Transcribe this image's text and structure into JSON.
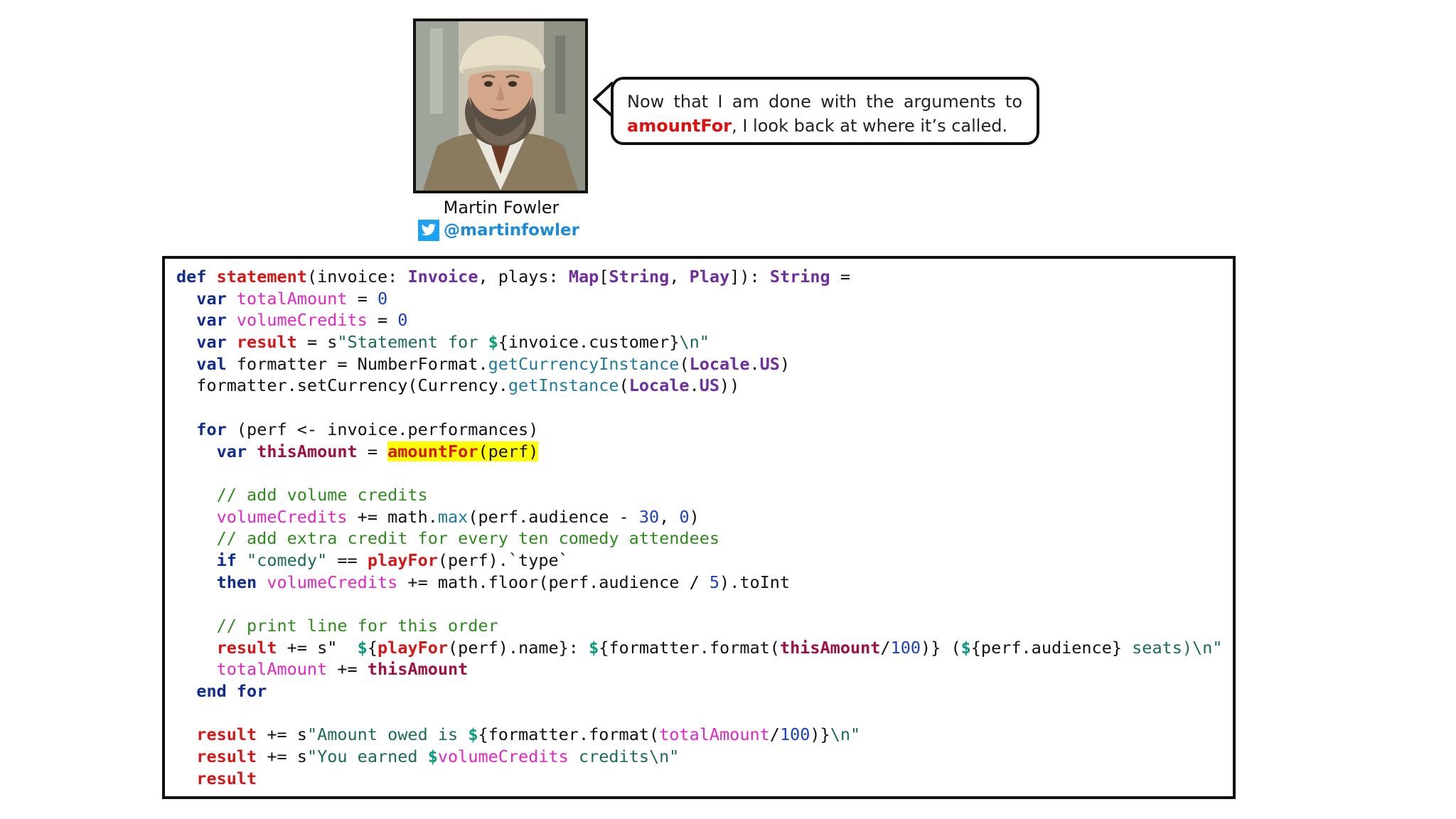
{
  "author": {
    "name": "Martin Fowler",
    "handle": "@martinfowler"
  },
  "bubble": {
    "line1_words": [
      "Now",
      "that",
      "I",
      "am",
      "done",
      "with",
      "the",
      "arguments",
      "to"
    ],
    "line2_highlight": "amountFor",
    "line2_rest": ", I look back at where it’s called."
  },
  "code": {
    "lines": [
      [
        [
          "kw",
          "def"
        ],
        [
          "",
          "",
          " "
        ],
        [
          "fn",
          "statement"
        ],
        [
          "",
          "(invoice: "
        ],
        [
          "ty",
          "Invoice"
        ],
        [
          "",
          ", plays: "
        ],
        [
          "ty",
          "Map"
        ],
        [
          "",
          "["
        ],
        [
          "ty",
          "String"
        ],
        [
          "",
          ", "
        ],
        [
          "ty",
          "Play"
        ],
        [
          "",
          "]): "
        ],
        [
          "ty",
          "String"
        ],
        [
          "",
          " ="
        ]
      ],
      [
        [
          "",
          "  "
        ],
        [
          "kw",
          "var"
        ],
        [
          "",
          " "
        ],
        [
          "vr",
          "totalAmount"
        ],
        [
          "",
          " = "
        ],
        [
          "num",
          "0"
        ]
      ],
      [
        [
          "",
          "  "
        ],
        [
          "kw",
          "var"
        ],
        [
          "",
          " "
        ],
        [
          "vr",
          "volumeCredits"
        ],
        [
          "",
          " = "
        ],
        [
          "num",
          "0"
        ]
      ],
      [
        [
          "",
          "  "
        ],
        [
          "kw",
          "var"
        ],
        [
          "",
          " "
        ],
        [
          "fn",
          "result"
        ],
        [
          "",
          " = "
        ],
        [
          "",
          "s"
        ],
        [
          "str",
          "\"Statement for "
        ],
        [
          "interp",
          "$"
        ],
        [
          "",
          "{invoice.customer}"
        ],
        [
          "str",
          "\\n\""
        ]
      ],
      [
        [
          "",
          "  "
        ],
        [
          "kw",
          "val"
        ],
        [
          "",
          " formatter = NumberFormat."
        ],
        [
          "mth",
          "getCurrencyInstance"
        ],
        [
          "",
          "("
        ],
        [
          "ty",
          "Locale"
        ],
        [
          "",
          "."
        ],
        [
          "ty",
          "US"
        ],
        [
          "",
          ")"
        ]
      ],
      [
        [
          "",
          "  formatter.setCurrency(Currency."
        ],
        [
          "mth",
          "getInstance"
        ],
        [
          "",
          "("
        ],
        [
          "ty",
          "Locale"
        ],
        [
          "",
          "."
        ],
        [
          "ty",
          "US"
        ],
        [
          "",
          "))"
        ]
      ],
      [
        [
          "",
          ""
        ]
      ],
      [
        [
          "",
          "  "
        ],
        [
          "kw",
          "for"
        ],
        [
          "",
          " (perf <- invoice.performances)"
        ]
      ],
      [
        [
          "",
          "    "
        ],
        [
          "kw",
          "var"
        ],
        [
          "",
          " "
        ],
        [
          "vm",
          "thisAmount"
        ],
        [
          "",
          " = "
        ],
        [
          "fn hl",
          "amountFor"
        ],
        [
          "hl",
          "(perf)"
        ]
      ],
      [
        [
          "",
          ""
        ]
      ],
      [
        [
          "",
          "    "
        ],
        [
          "cm",
          "// add volume credits"
        ]
      ],
      [
        [
          "",
          "    "
        ],
        [
          "vr",
          "volumeCredits"
        ],
        [
          "",
          " += math."
        ],
        [
          "mth",
          "max"
        ],
        [
          "",
          "(perf.audience - "
        ],
        [
          "num",
          "30"
        ],
        [
          "",
          ", "
        ],
        [
          "num",
          "0"
        ],
        [
          "",
          ")"
        ]
      ],
      [
        [
          "",
          "    "
        ],
        [
          "cm",
          "// add extra credit for every ten comedy attendees"
        ]
      ],
      [
        [
          "",
          "    "
        ],
        [
          "kw",
          "if"
        ],
        [
          "",
          " "
        ],
        [
          "str",
          "\"comedy\""
        ],
        [
          "",
          " == "
        ],
        [
          "fn",
          "playFor"
        ],
        [
          "",
          "(perf).`type`"
        ]
      ],
      [
        [
          "",
          "    "
        ],
        [
          "kw",
          "then"
        ],
        [
          "",
          " "
        ],
        [
          "vr",
          "volumeCredits"
        ],
        [
          "",
          " += math.floor(perf.audience / "
        ],
        [
          "num",
          "5"
        ],
        [
          "",
          ").toInt"
        ]
      ],
      [
        [
          "",
          ""
        ]
      ],
      [
        [
          "",
          "    "
        ],
        [
          "cm",
          "// print line for this order"
        ]
      ],
      [
        [
          "",
          "    "
        ],
        [
          "fn",
          "result"
        ],
        [
          "",
          " += s\"  "
        ],
        [
          "interp",
          "$"
        ],
        [
          "",
          "{"
        ],
        [
          "fn",
          "playFor"
        ],
        [
          "",
          "(perf).name}: "
        ],
        [
          "interp",
          "$"
        ],
        [
          "",
          "{formatter.format("
        ],
        [
          "vm",
          "thisAmount"
        ],
        [
          "",
          "/"
        ],
        [
          "num",
          "100"
        ],
        [
          "",
          ")} ("
        ],
        [
          "interp",
          "$"
        ],
        [
          "",
          "{perf.audience} "
        ],
        [
          "str",
          "seats)\\n\""
        ]
      ],
      [
        [
          "",
          "    "
        ],
        [
          "vr",
          "totalAmount"
        ],
        [
          "",
          " += "
        ],
        [
          "vm",
          "thisAmount"
        ]
      ],
      [
        [
          "",
          "  "
        ],
        [
          "kw",
          "end for"
        ]
      ],
      [
        [
          "",
          ""
        ]
      ],
      [
        [
          "",
          "  "
        ],
        [
          "fn",
          "result"
        ],
        [
          "",
          " += s"
        ],
        [
          "str",
          "\"Amount owed is "
        ],
        [
          "interp",
          "$"
        ],
        [
          "",
          "{formatter.format("
        ],
        [
          "vr",
          "totalAmount"
        ],
        [
          "",
          "/"
        ],
        [
          "num",
          "100"
        ],
        [
          "",
          ")}"
        ],
        [
          "str",
          "\\n\""
        ]
      ],
      [
        [
          "",
          "  "
        ],
        [
          "fn",
          "result"
        ],
        [
          "",
          " += s"
        ],
        [
          "str",
          "\"You earned "
        ],
        [
          "interp",
          "$"
        ],
        [
          "vr",
          "volumeCredits"
        ],
        [
          "str",
          " credits\\n\""
        ]
      ],
      [
        [
          "",
          "  "
        ],
        [
          "fn",
          "result"
        ]
      ]
    ]
  }
}
